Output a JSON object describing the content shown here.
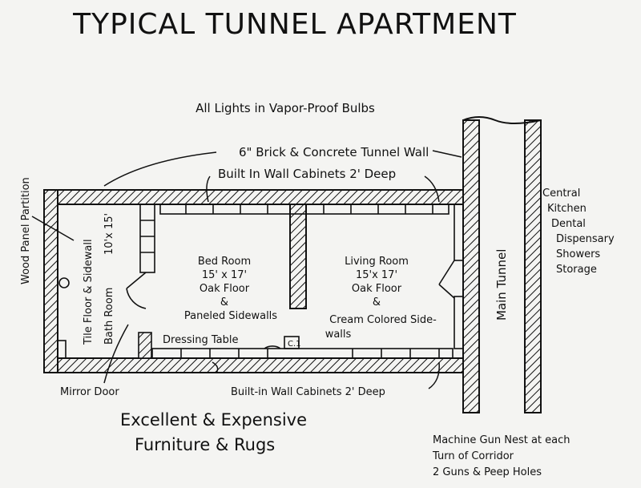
{
  "title": "TYPICAL TUNNEL APARTMENT",
  "subtitle": "All Lights in Vapor-Proof Bulbs",
  "labels": {
    "tunnel_wall": "6\" Brick & Concrete Tunnel Wall",
    "cabinets_top": "Built In Wall Cabinets 2' Deep",
    "cabinets_bottom": "Built-in Wall Cabinets 2' Deep",
    "wood_panel": "Wood Panel Partition",
    "tile_floor": "Tile Floor & Sidewall",
    "bath_room": "Bath Room",
    "bath_size": "10'x 15'",
    "mirror_door": "Mirror Door",
    "dressing_table": "Dressing Table",
    "closet": "C.1",
    "main_tunnel": "Main Tunnel"
  },
  "bedroom": {
    "lines": [
      "Bed Room",
      "15' x 17'",
      "Oak Floor",
      "&",
      "Paneled Sidewalls"
    ]
  },
  "livingroom": {
    "lines": [
      "Living Room",
      "15'x 17'",
      "Oak Floor",
      "&",
      "Cream Colored Side-",
      "walls"
    ]
  },
  "central": {
    "lines": [
      "Central",
      "Kitchen",
      "Dental",
      "Dispensary",
      "Showers",
      "Storage"
    ]
  },
  "furniture": {
    "lines": [
      "Excellent & Expensive",
      "Furniture & Rugs"
    ]
  },
  "machine_gun": {
    "lines": [
      "Machine Gun Nest at each",
      "Turn of Corridor",
      "2 Guns & Peep Holes"
    ]
  }
}
